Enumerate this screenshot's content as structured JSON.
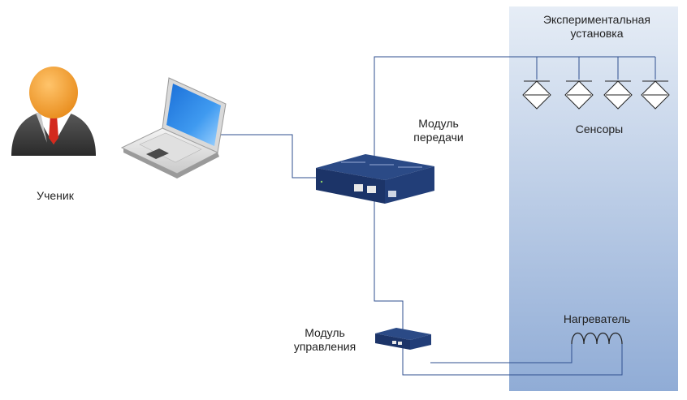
{
  "diagram": {
    "panel_title_line1": "Экспериментальная",
    "panel_title_line2": "установка",
    "student_label": "Ученик",
    "transfer_module_line1": "Модуль",
    "transfer_module_line2": "передачи",
    "control_module_line1": "Модуль",
    "control_module_line2": "управления",
    "sensors_label": "Сенсоры",
    "heater_label": "Нагреватель"
  },
  "colors": {
    "panel_top": "#e4ebf5",
    "panel_bottom": "#93b0d9",
    "wire": "#2f4f8f",
    "device_body": "#1c3468",
    "person_head": "#f2a13a",
    "person_suit": "#3d3d3d",
    "tie": "#d32a1e"
  }
}
